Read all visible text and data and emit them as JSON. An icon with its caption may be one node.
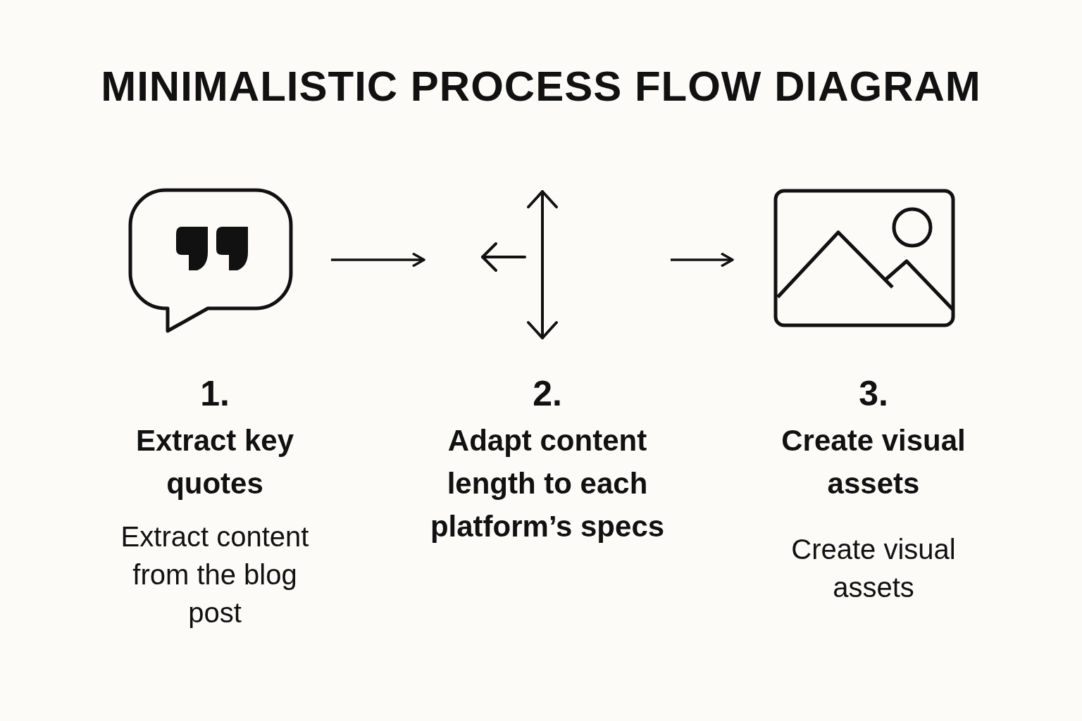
{
  "diagram": {
    "title": "MINIMALISTIC PROCESS FLOW DIAGRAM",
    "nodes": [
      {
        "text": [
          "1.",
          "Extract key quotes"
        ]
      },
      {
        "text": [
          "2.",
          "Adapt content length to each platform’s specs"
        ]
      },
      {
        "text": [
          "3.",
          "Create visual assets"
        ]
      }
    ],
    "labels": [
      "Extract content from the blog post",
      "Create visual assets"
    ],
    "edges": [
      {
        "from": 0,
        "to": 1,
        "arrow": "to"
      },
      {
        "from": 1,
        "to": 2,
        "arrow": "to"
      }
    ]
  }
}
